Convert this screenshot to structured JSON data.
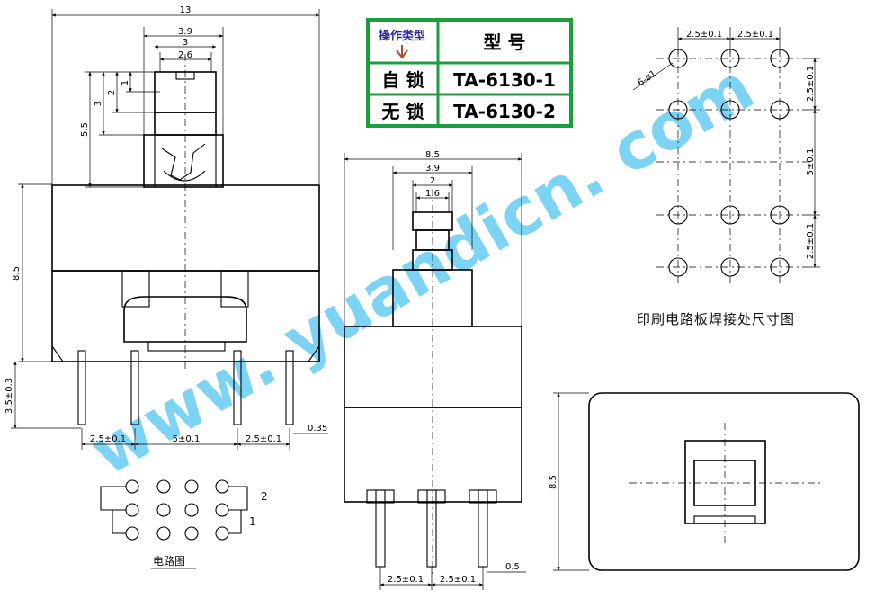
{
  "table": {
    "header_left": "操作类型",
    "header_right": "型 号",
    "rows": [
      {
        "type": "自 锁",
        "model": "TA-6130-1"
      },
      {
        "type": "无 锁",
        "model": "TA-6130-2"
      }
    ]
  },
  "watermark": "www. yuandicn. com",
  "captions": {
    "pcb": "印刷电路板焊接处尺寸图",
    "circuit": "电路图"
  },
  "left_view": {
    "total_width": "13",
    "w39": "3.9",
    "w3": "3",
    "w26": "2.6",
    "h1": "1",
    "h2": "2",
    "h3": "3",
    "h55": "5.5",
    "body_h": "8.5",
    "pin_len": "3.5±0.3",
    "pitch_a": "2.5±0.1",
    "pitch_b": "5±0.1",
    "pitch_c": "2.5±0.1",
    "pin_w": "0.35"
  },
  "side_view": {
    "width": "8.5",
    "w39": "3.9",
    "w2": "2",
    "w16": "1.6",
    "pitch_a": "2.5±0.1",
    "pitch_b": "2.5±0.1",
    "pin_w": "0.5"
  },
  "pcb": {
    "hole": "6-ø1",
    "px1": "2.5±0.1",
    "px2": "2.5±0.1",
    "py1": "2.5±0.1",
    "py2": "5±0.1",
    "py3": "2.5±0.1"
  },
  "circuit": {
    "label_top": "2",
    "label_bottom": "1"
  },
  "top_view": {
    "height": "8.5"
  }
}
